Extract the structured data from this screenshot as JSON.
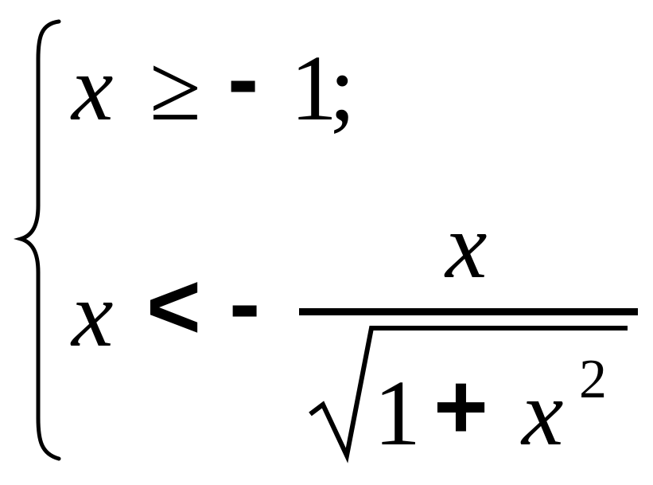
{
  "system": {
    "row1": {
      "var": "x",
      "relation": "≥",
      "minus": "-",
      "value": "1",
      "terminator": ";"
    },
    "row2": {
      "var": "x",
      "relation": "<",
      "minus": "-",
      "fraction": {
        "numerator": "x",
        "denominator": {
          "one": "1",
          "plus": "+",
          "var": "x",
          "exponent": "2"
        }
      }
    }
  }
}
